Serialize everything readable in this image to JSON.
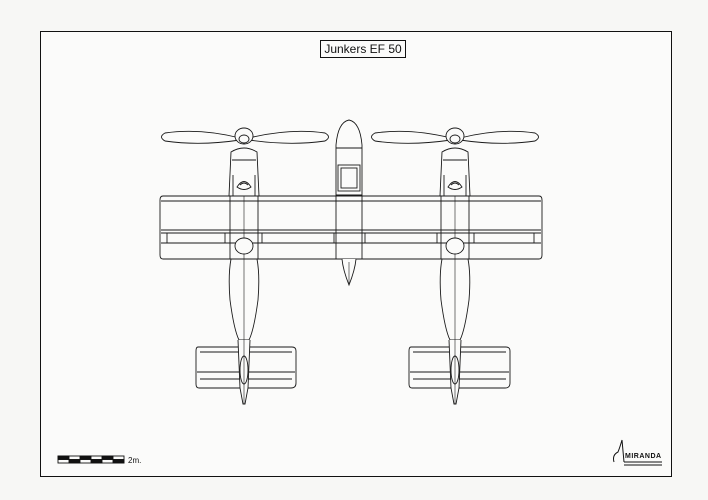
{
  "title": "Junkers EF 50",
  "scale_bar": {
    "label": "2m."
  },
  "logo": {
    "text": "MIRANDA"
  }
}
